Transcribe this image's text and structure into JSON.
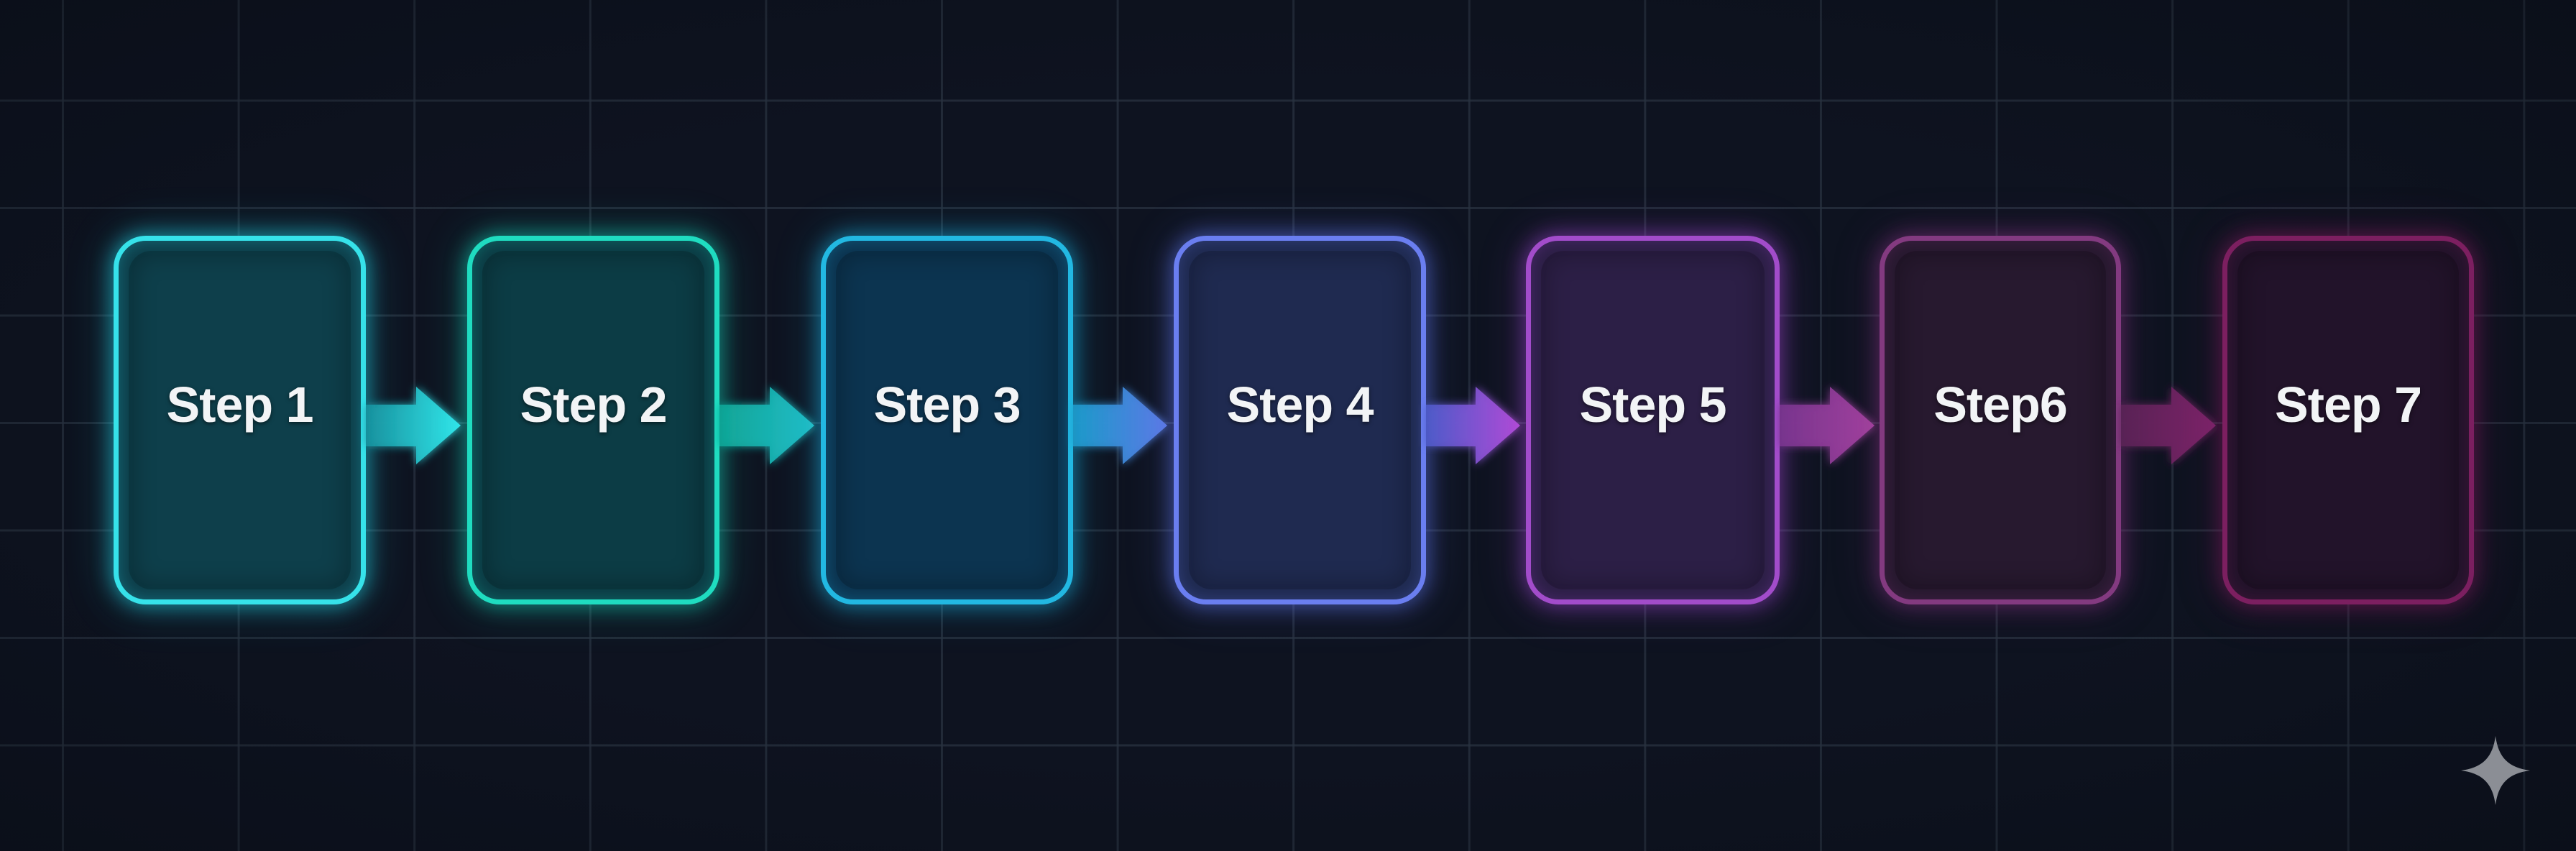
{
  "diagram": {
    "type": "linear-process-flow",
    "background_color": "#0e1320",
    "grid_color": "#1c2330",
    "steps": [
      {
        "label": "Step 1",
        "border_color": "#36e2ea",
        "fill_color": "#0e3f4b",
        "glow_color": "#22d3e6"
      },
      {
        "label": "Step 2",
        "border_color": "#1fdcc0",
        "fill_color": "#0c3c45",
        "glow_color": "#14c8b0"
      },
      {
        "label": "Step 3",
        "border_color": "#22b8e2",
        "fill_color": "#0c3450",
        "glow_color": "#1aa8d8"
      },
      {
        "label": "Step 4",
        "border_color": "#6a7ef0",
        "fill_color": "#1f2a50",
        "glow_color": "#5a6ee0"
      },
      {
        "label": "Step 5",
        "border_color": "#a24cca",
        "fill_color": "#2c1f46",
        "glow_color": "#9040c0"
      },
      {
        "label": "Step6",
        "border_color": "#833a80",
        "fill_color": "#27192f",
        "glow_color": "#7a2f78"
      },
      {
        "label": "Step 7",
        "border_color": "#7c1f60",
        "fill_color": "#22132a",
        "glow_color": "#7a1a5a"
      }
    ],
    "arrows": [
      {
        "from": "Step 1",
        "to": "Step 2",
        "color_start": "#1893a0",
        "color_end": "#30e6ea"
      },
      {
        "from": "Step 2",
        "to": "Step 3",
        "color_start": "#10a898",
        "color_end": "#20bcc8"
      },
      {
        "from": "Step 3",
        "to": "Step 4",
        "color_start": "#1b9ccc",
        "color_end": "#5c78e6"
      },
      {
        "from": "Step 4",
        "to": "Step 5",
        "color_start": "#4e5ccc",
        "color_end": "#b04ad6"
      },
      {
        "from": "Step 5",
        "to": "Step 6",
        "color_start": "#7a3590",
        "color_end": "#a0409c"
      },
      {
        "from": "Step 6",
        "to": "Step 7",
        "color_start": "#5a2456",
        "color_end": "#7c2268"
      }
    ],
    "corner_icon": {
      "name": "sparkle-icon",
      "color": "#8b8e95"
    }
  }
}
